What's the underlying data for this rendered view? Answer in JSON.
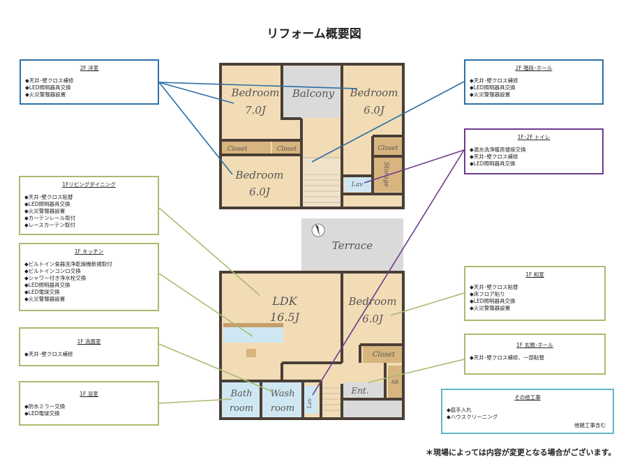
{
  "title": "リフォーム概要図",
  "footer": "＊現場によっては内容が変更となる場合がございます。",
  "boxes": {
    "f2_bedroom": {
      "heading": "2F 洋室",
      "items": [
        "天井･壁クロス補修",
        "LED照明器具交換",
        "火災警報器設置"
      ]
    },
    "f1_living": {
      "heading": "1Fリビングダイニング",
      "items": [
        "天井･壁クロス貼替",
        "LED照明器具交換",
        "火災警報器設置",
        "カーテンレール取付",
        "レースカーテン取付"
      ]
    },
    "f1_kitchen": {
      "heading": "1F キッチン",
      "items": [
        "ビルトイン食器洗浄乾燥機新規取付",
        "ビルトインコンロ交換",
        "シャワー付き浄水栓交換",
        "LED照明器具交換",
        "LED電球交換",
        "火災警報器設置"
      ]
    },
    "f1_washroom": {
      "heading": "1F 洗面室",
      "items": [
        "天井･壁クロス補修"
      ]
    },
    "f1_bath": {
      "heading": "1F 浴室",
      "items": [
        "防水ミラー交換",
        "LED電球交換"
      ]
    },
    "f2_stairs": {
      "heading": "2F 階段･ホール",
      "items": [
        "天井･壁クロス補修",
        "LED照明器具交換",
        "火災警報器設置"
      ]
    },
    "toilet": {
      "heading": "1F･2F トイレ",
      "items": [
        "温水洗浄暖房便座交換",
        "天井･壁クロス補修",
        "LED照明器具交換"
      ]
    },
    "f1_japanese": {
      "heading": "1F 和室",
      "items": [
        "天井･壁クロス貼替",
        "床フロア貼り",
        "LED照明器具交換",
        "火災警報器設置"
      ]
    },
    "f1_entrance": {
      "heading": "1F 玄関･ホール",
      "items": [
        "天井･壁クロス補修、一部貼替"
      ]
    },
    "other": {
      "heading": "その他工事",
      "items": [
        "庭手入れ",
        "ハウスクリーニング"
      ],
      "note": "他雑工事含む"
    }
  },
  "plan": {
    "bedroom": "Bedroom",
    "balcony": "Balcony",
    "closet": "Closet",
    "storage": "Storage",
    "lav": "Lav",
    "terrace": "Terrace",
    "ldk": "LDK",
    "wash": "Wash",
    "room": "room",
    "bath": "Bath",
    "ent": "Ent.",
    "sb": "SB",
    "size_70": "7.0J",
    "size_60": "6.0J",
    "size_165": "16.5J"
  },
  "colors": {
    "blue": "#2c6ea3",
    "green": "#a8bb6e",
    "purple": "#6b3a8e",
    "teal": "#62b3c9",
    "floor": "#f2dcb5",
    "wall": "#4a3e36",
    "closet": "#d8b47e",
    "gray": "#dadada",
    "wet": "#cfe7f2"
  }
}
